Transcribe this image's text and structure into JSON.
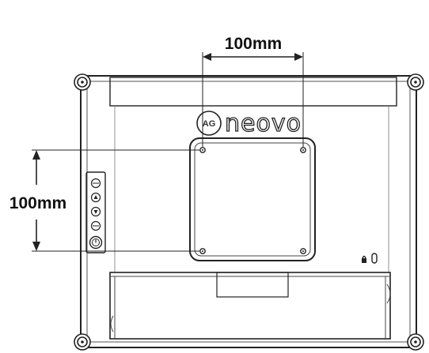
{
  "dimensions": {
    "horizontal_label": "100mm",
    "vertical_label": "100mm"
  },
  "brand": {
    "logo_badge_text": "AG",
    "logo_text": "neovo"
  },
  "side_panel": {
    "buttons": [
      {
        "name": "menu-button",
        "icon": "menu-icon"
      },
      {
        "name": "up-button",
        "icon": "triangle-up-icon"
      },
      {
        "name": "down-button",
        "icon": "triangle-down-icon"
      },
      {
        "name": "select-button",
        "icon": "select-icon"
      },
      {
        "name": "power-button",
        "icon": "power-icon"
      }
    ]
  },
  "icons": {
    "lock": "kensington-lock-icon"
  },
  "colors": {
    "line": "#222222",
    "background": "#ffffff"
  }
}
